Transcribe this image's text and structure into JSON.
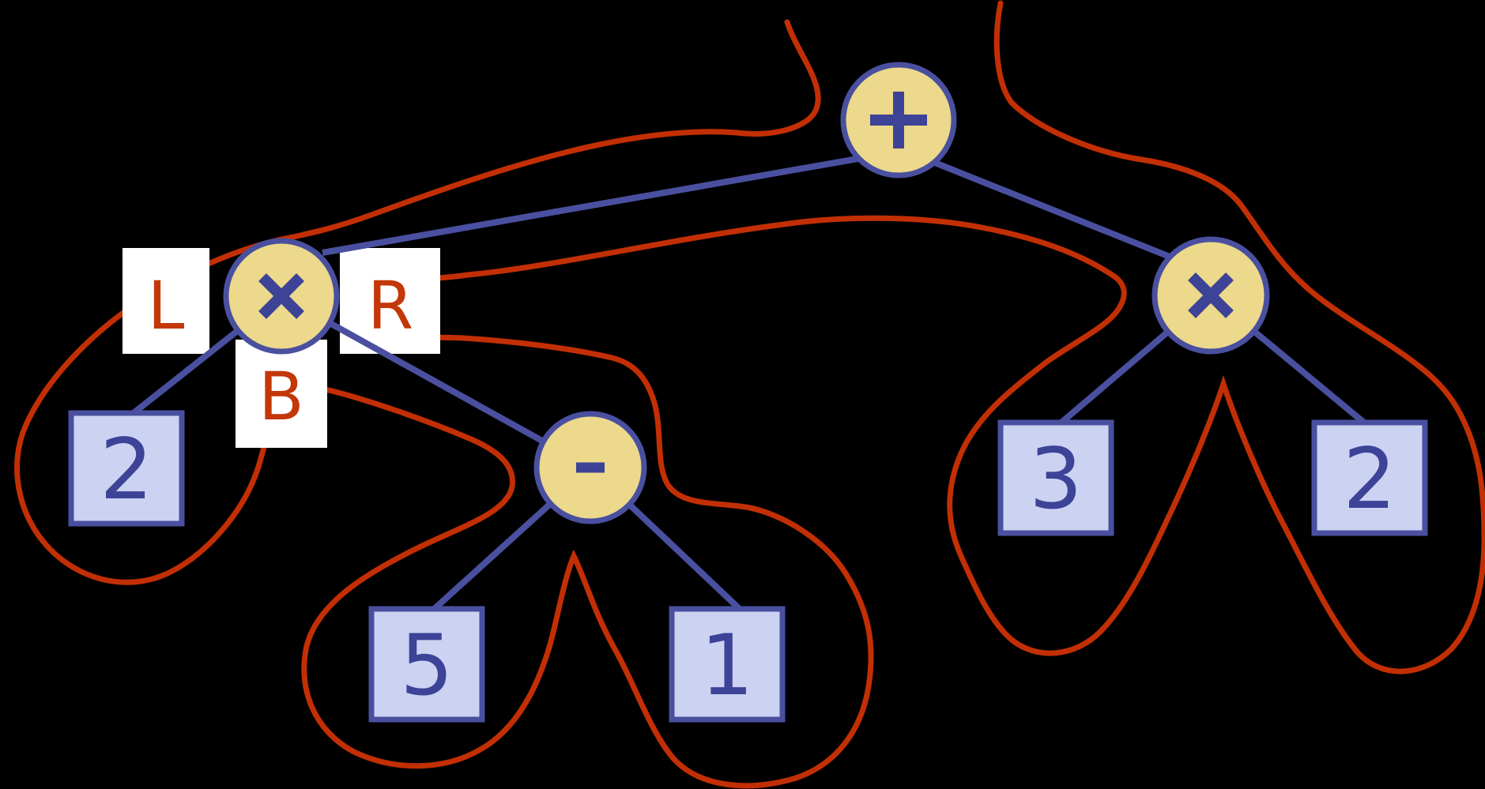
{
  "colors": {
    "background": "#000000",
    "operator_fill": "#ecd98b",
    "tree_stroke": "#4a509f",
    "symbol_blue": "#3d4397",
    "leaf_fill": "#ccd3f2",
    "tour_red": "#c22f05",
    "marker_red": "#c33708",
    "marker_box": "#ffffff"
  },
  "tree": {
    "operators": [
      {
        "id": "plus",
        "symbol": "+",
        "name": "addition-root"
      },
      {
        "id": "times-left",
        "symbol": "×",
        "name": "multiplication-left"
      },
      {
        "id": "times-right",
        "symbol": "×",
        "name": "multiplication-right"
      },
      {
        "id": "minus",
        "symbol": "-",
        "name": "subtraction"
      }
    ],
    "leaves": [
      {
        "id": "leaf-2-left",
        "value": "2"
      },
      {
        "id": "leaf-5",
        "value": "5"
      },
      {
        "id": "leaf-1",
        "value": "1"
      },
      {
        "id": "leaf-3",
        "value": "3"
      },
      {
        "id": "leaf-2-right",
        "value": "2"
      }
    ],
    "edges": [
      {
        "from": "plus",
        "to": "times-left"
      },
      {
        "from": "plus",
        "to": "times-right"
      },
      {
        "from": "times-left",
        "to": "leaf-2-left"
      },
      {
        "from": "times-left",
        "to": "minus"
      },
      {
        "from": "minus",
        "to": "leaf-5"
      },
      {
        "from": "minus",
        "to": "leaf-1"
      },
      {
        "from": "times-right",
        "to": "leaf-3"
      },
      {
        "from": "times-right",
        "to": "leaf-2-right"
      }
    ],
    "markers": [
      {
        "id": "marker-left",
        "label": "L"
      },
      {
        "id": "marker-right",
        "label": "R"
      },
      {
        "id": "marker-below",
        "label": "B"
      }
    ]
  }
}
